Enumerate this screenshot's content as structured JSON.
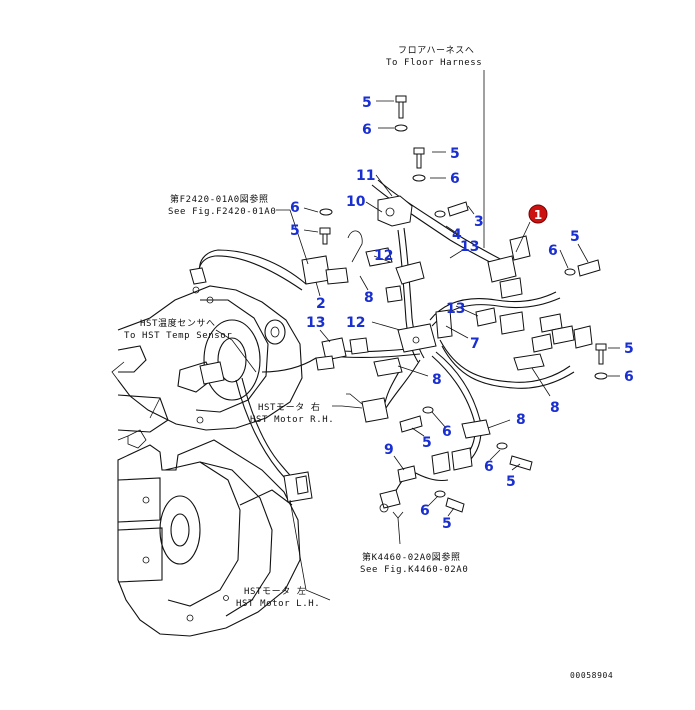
{
  "callouts": [
    {
      "id": "c5a",
      "text": "5"
    },
    {
      "id": "c6a",
      "text": "6"
    },
    {
      "id": "c5b",
      "text": "5"
    },
    {
      "id": "c6b",
      "text": "6"
    },
    {
      "id": "c11",
      "text": "11"
    },
    {
      "id": "c10",
      "text": "10"
    },
    {
      "id": "c6c",
      "text": "6"
    },
    {
      "id": "c5c",
      "text": "5"
    },
    {
      "id": "c3",
      "text": "3"
    },
    {
      "id": "c4",
      "text": "4"
    },
    {
      "id": "c13a",
      "text": "13"
    },
    {
      "id": "c12a",
      "text": "12"
    },
    {
      "id": "c8a",
      "text": "8"
    },
    {
      "id": "c2",
      "text": "2"
    },
    {
      "id": "c13b",
      "text": "13"
    },
    {
      "id": "c12b",
      "text": "12"
    },
    {
      "id": "c13c",
      "text": "13"
    },
    {
      "id": "c7",
      "text": "7"
    },
    {
      "id": "c8b",
      "text": "8"
    },
    {
      "id": "c5d",
      "text": "5"
    },
    {
      "id": "c6d",
      "text": "6"
    },
    {
      "id": "c5e",
      "text": "5"
    },
    {
      "id": "c6e",
      "text": "6"
    },
    {
      "id": "c8c",
      "text": "8"
    },
    {
      "id": "c8d",
      "text": "8"
    },
    {
      "id": "c6f",
      "text": "6"
    },
    {
      "id": "c5f",
      "text": "5"
    },
    {
      "id": "c9",
      "text": "9"
    },
    {
      "id": "c6g",
      "text": "6"
    },
    {
      "id": "c5g",
      "text": "5"
    },
    {
      "id": "c6h",
      "text": "6"
    },
    {
      "id": "c5h",
      "text": "5"
    }
  ],
  "badge": {
    "text": "1",
    "color": "#cc1111"
  },
  "labels": {
    "floor_jp": "フロアハーネスへ",
    "floor_en": "To Floor Harness",
    "fig1_jp": "第F2420-01A0図参照",
    "fig1_en": "See Fig.F2420-01A0",
    "temp_jp": "HST温度センサへ",
    "temp_en": "To HST Temp Sensor",
    "motor_rh_jp": "HSTモータ 右",
    "motor_rh_en": "HST Motor R.H.",
    "fig2_jp": "第K4460-02A0図参照",
    "fig2_en": "See Fig.K4460-02A0",
    "motor_lh_jp": "HSTモータ 左",
    "motor_lh_en": "HST Motor L.H.",
    "drawing_no": "00058904"
  },
  "colors": {
    "callout": "#1a2fd0",
    "line": "#111111",
    "badge": "#cc1111"
  }
}
